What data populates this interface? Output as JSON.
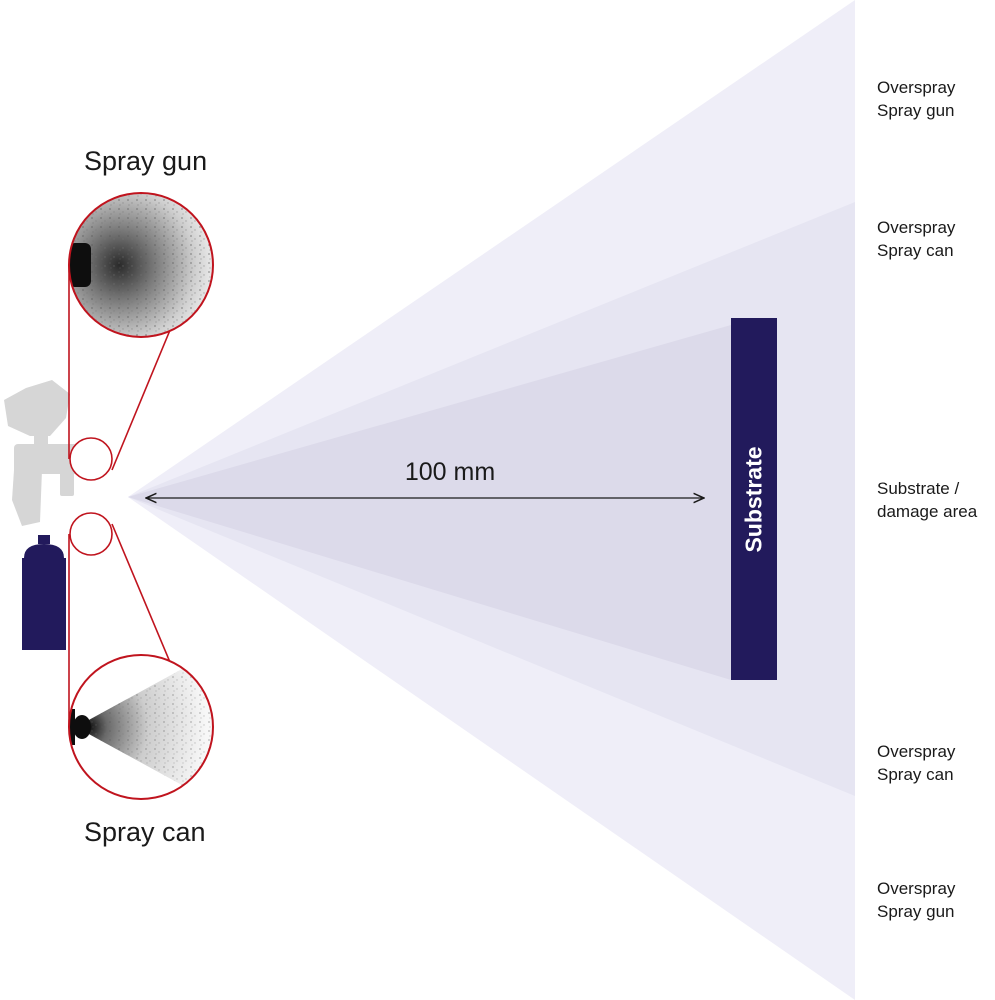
{
  "tools": {
    "spray_gun_label": "Spray gun",
    "spray_can_label": "Spray can"
  },
  "distance": {
    "label": "100 mm"
  },
  "substrate": {
    "label": "Substrate"
  },
  "zones": {
    "overspray_gun_top": [
      "Overspray",
      "Spray gun"
    ],
    "overspray_can_top": [
      "Overspray",
      "Spray can"
    ],
    "substrate_area": [
      "Substrate /",
      "damage area"
    ],
    "overspray_can_bottom": [
      "Overspray",
      "Spray can"
    ],
    "overspray_gun_bottom": [
      "Overspray",
      "Spray gun"
    ]
  },
  "colors": {
    "outer_cone": "#efeef8",
    "middle_cone": "#e6e5f2",
    "inner_cone": "#dcdaea",
    "substrate": "#221a5c",
    "magnifier_outline": "#c0141e",
    "spray_gun_silhouette": "#d6d6d6",
    "spray_can": "#221a5c",
    "arrow": "#1a1a1a"
  }
}
